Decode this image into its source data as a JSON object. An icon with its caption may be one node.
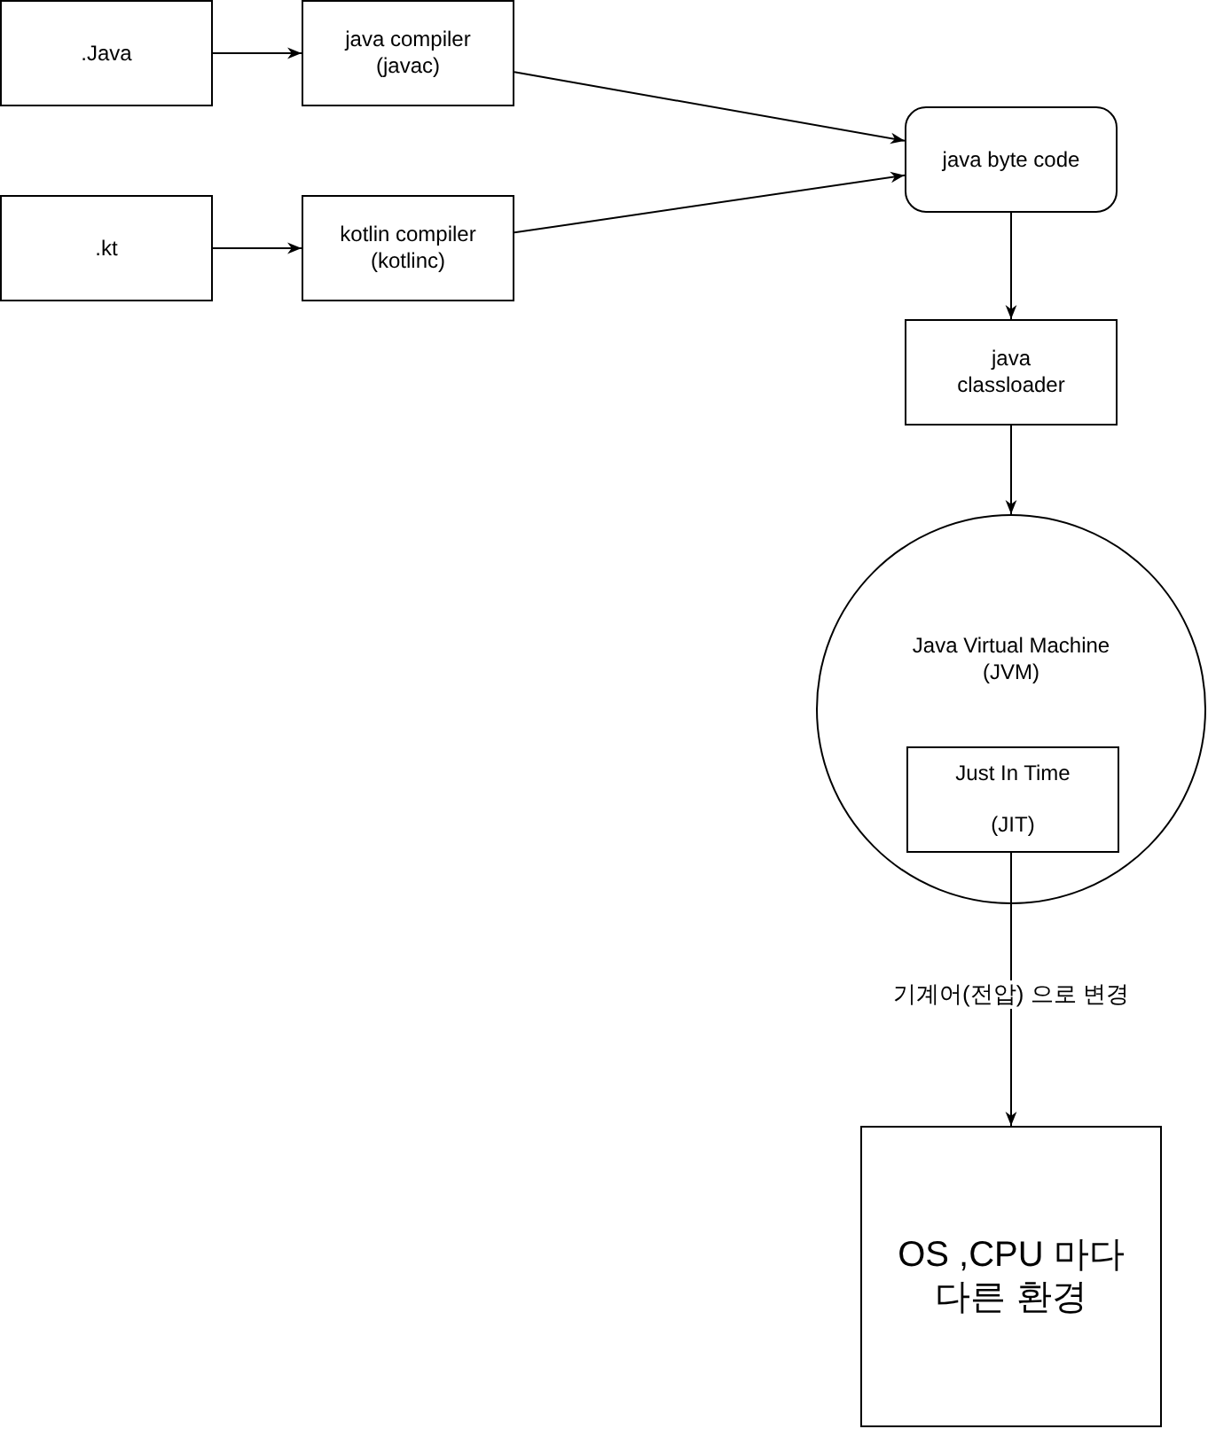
{
  "diagram": {
    "nodes": [
      {
        "text": [
          ".Java"
        ]
      },
      {
        "text": [
          "java compiler (javac)"
        ]
      },
      {
        "text": [
          ".kt"
        ]
      },
      {
        "text": [
          "kotlin compiler (kotlinc)"
        ]
      },
      {
        "text": [
          "java byte code"
        ]
      },
      {
        "text": [
          "java classloader"
        ]
      },
      {
        "text": [
          "Java Virtual Machine (JVM)"
        ]
      },
      {
        "text": [
          "Just In Time",
          "(JIT)"
        ],
        "in": 6
      },
      {
        "text": [
          "OS ,CPU 마다 다른 환경"
        ]
      }
    ],
    "edges": [
      {
        "from": 0,
        "to": 1,
        "arrow": "to"
      },
      {
        "from": 2,
        "to": 3,
        "arrow": "to"
      },
      {
        "from": 1,
        "to": 4,
        "arrow": "to"
      },
      {
        "from": 3,
        "to": 4,
        "arrow": "to"
      },
      {
        "from": 4,
        "to": 5,
        "arrow": "to"
      },
      {
        "from": 5,
        "to": 6,
        "arrow": "to"
      },
      {
        "from": 7,
        "to": 8,
        "label": "기계어(전압) 으로 변경",
        "arrow": "to"
      }
    ]
  }
}
